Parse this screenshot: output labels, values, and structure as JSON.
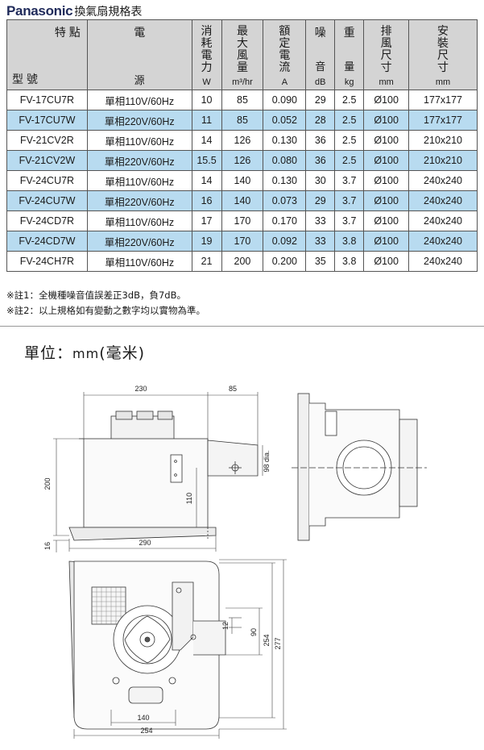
{
  "header": {
    "brand": "Panasonic",
    "title": "換氣扇規格表"
  },
  "table": {
    "corner_feature": "特 點",
    "corner_model": "型 號",
    "power_top": "電",
    "power_bottom": "源",
    "columns": [
      {
        "label": "消耗電力",
        "unit": "W"
      },
      {
        "label": "最大風量",
        "unit": "m³/hr"
      },
      {
        "label": "額定電流",
        "unit": "A"
      },
      {
        "top": "噪",
        "bottom": "音",
        "unit": "dB"
      },
      {
        "top": "重",
        "bottom": "量",
        "unit": "kg"
      },
      {
        "label": "排風尺寸",
        "unit": "mm"
      },
      {
        "label": "安裝尺寸",
        "unit": "mm"
      }
    ],
    "rows": [
      {
        "model": "FV-17CU7R",
        "power": "單相110V/60Hz",
        "watt": "10",
        "flow": "85",
        "current": "0.090",
        "noise": "29",
        "weight": "2.5",
        "exhaust": "Ø100",
        "install": "177x177"
      },
      {
        "model": "FV-17CU7W",
        "power": "單相220V/60Hz",
        "watt": "11",
        "flow": "85",
        "current": "0.052",
        "noise": "28",
        "weight": "2.5",
        "exhaust": "Ø100",
        "install": "177x177"
      },
      {
        "model": "FV-21CV2R",
        "power": "單相110V/60Hz",
        "watt": "14",
        "flow": "126",
        "current": "0.130",
        "noise": "36",
        "weight": "2.5",
        "exhaust": "Ø100",
        "install": "210x210"
      },
      {
        "model": "FV-21CV2W",
        "power": "單相220V/60Hz",
        "watt": "15.5",
        "flow": "126",
        "current": "0.080",
        "noise": "36",
        "weight": "2.5",
        "exhaust": "Ø100",
        "install": "210x210"
      },
      {
        "model": "FV-24CU7R",
        "power": "單相110V/60Hz",
        "watt": "14",
        "flow": "140",
        "current": "0.130",
        "noise": "30",
        "weight": "3.7",
        "exhaust": "Ø100",
        "install": "240x240"
      },
      {
        "model": "FV-24CU7W",
        "power": "單相220V/60Hz",
        "watt": "16",
        "flow": "140",
        "current": "0.073",
        "noise": "29",
        "weight": "3.7",
        "exhaust": "Ø100",
        "install": "240x240"
      },
      {
        "model": "FV-24CD7R",
        "power": "單相110V/60Hz",
        "watt": "17",
        "flow": "170",
        "current": "0.170",
        "noise": "33",
        "weight": "3.7",
        "exhaust": "Ø100",
        "install": "240x240"
      },
      {
        "model": "FV-24CD7W",
        "power": "單相220V/60Hz",
        "watt": "19",
        "flow": "170",
        "current": "0.092",
        "noise": "33",
        "weight": "3.8",
        "exhaust": "Ø100",
        "install": "240x240"
      },
      {
        "model": "FV-24CH7R",
        "power": "單相110V/60Hz",
        "watt": "21",
        "flow": "200",
        "current": "0.200",
        "noise": "35",
        "weight": "3.8",
        "exhaust": "Ø100",
        "install": "240x240"
      }
    ],
    "shade_color": "#b8dbf0",
    "header_color": "#d4d4d4"
  },
  "notes": [
    "※註1：全機種噪音值誤差正3dB，負7dB。",
    "※註2：以上規格如有變動之數字均以實物為準。"
  ],
  "unit_label": {
    "prefix": "單位：",
    "unit": "mm",
    "paren": "(毫米)"
  },
  "drawing": {
    "dims": {
      "w230": "230",
      "w85": "85",
      "h200": "200",
      "h110": "110",
      "dia": "98 dia.",
      "w290": "290",
      "h16": "16",
      "h12": "12",
      "h90": "90",
      "h254": "254",
      "h277": "277",
      "w140": "140",
      "w254": "254"
    }
  }
}
